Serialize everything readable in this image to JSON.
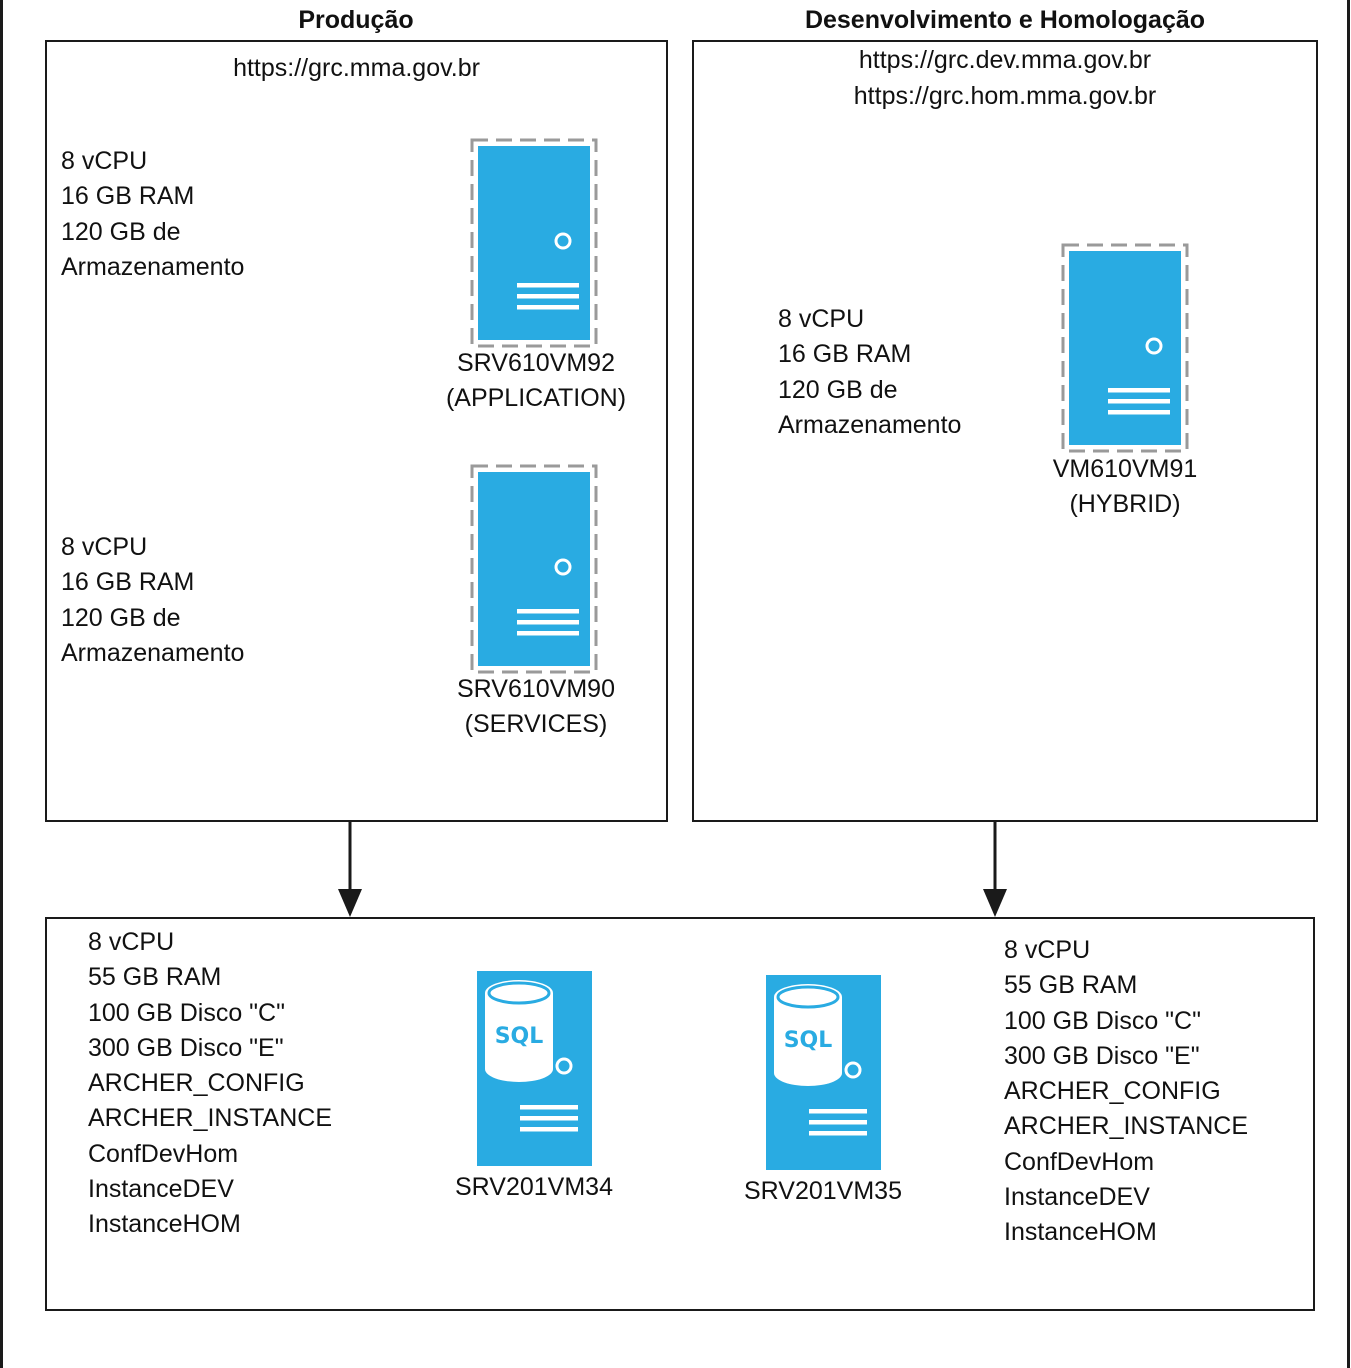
{
  "colors": {
    "server_fill": "#29abe2",
    "server_light": "#ffffff",
    "frame_dash": "#9a9a9a",
    "border": "#1a1a1a"
  },
  "production": {
    "heading": "Produção",
    "url": "https://grc.mma.gov.br",
    "servers": [
      {
        "icon": "server-tower-icon",
        "specs": [
          "8 vCPU",
          "16 GB RAM",
          "120 GB de",
          "Armazenamento"
        ],
        "name": "SRV610VM92",
        "role": "(APPLICATION)"
      },
      {
        "icon": "server-tower-icon",
        "specs": [
          "8 vCPU",
          "16 GB RAM",
          "120 GB de",
          "Armazenamento"
        ],
        "name": "SRV610VM90",
        "role": "(SERVICES)"
      }
    ]
  },
  "devhom": {
    "heading": "Desenvolvimento e Homologação",
    "urls": [
      "https://grc.dev.mma.gov.br",
      "https://grc.hom.mma.gov.br"
    ],
    "server": {
      "icon": "server-tower-icon",
      "specs": [
        "8 vCPU",
        "16 GB RAM",
        "120 GB de",
        "Armazenamento"
      ],
      "name": "VM610VM91",
      "role": "(HYBRID)"
    }
  },
  "database": {
    "servers": [
      {
        "icon": "sql-server-icon",
        "icon_text": "SQL",
        "name": "SRV201VM34",
        "specs": [
          "8 vCPU",
          "55 GB RAM",
          "100 GB Disco \"C\"",
          "300 GB Disco \"E\"",
          "ARCHER_CONFIG",
          "ARCHER_INSTANCE",
          "ConfDevHom",
          "InstanceDEV",
          "InstanceHOM"
        ]
      },
      {
        "icon": "sql-server-icon",
        "icon_text": "SQL",
        "name": "SRV201VM35",
        "specs": [
          "8 vCPU",
          "55 GB RAM",
          "100 GB Disco \"C\"",
          "300 GB Disco \"E\"",
          "ARCHER_CONFIG",
          "ARCHER_INSTANCE",
          "ConfDevHom",
          "InstanceDEV",
          "InstanceHOM"
        ]
      }
    ]
  }
}
